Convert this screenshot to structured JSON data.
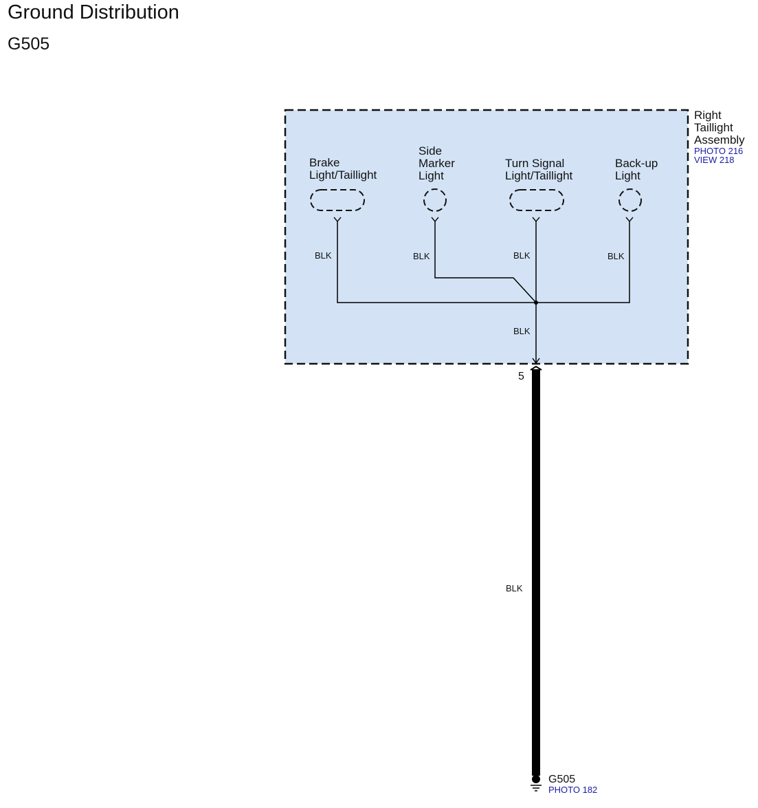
{
  "header": {
    "title": "Ground Distribution",
    "subtitle": "G505"
  },
  "assembly": {
    "name_lines": [
      "Right",
      "Taillight",
      "Assembly"
    ],
    "photo_ref": "PHOTO 216",
    "view_ref": "VIEW 218"
  },
  "lights": [
    {
      "label_lines": [
        "Brake",
        "Light/Taillight"
      ],
      "wire": "BLK"
    },
    {
      "label_lines": [
        "Side",
        "Marker",
        "Light"
      ],
      "wire": "BLK"
    },
    {
      "label_lines": [
        "Turn Signal",
        "Light/Taillight"
      ],
      "wire": "BLK"
    },
    {
      "label_lines": [
        "Back-up",
        "Light"
      ],
      "wire": "BLK"
    }
  ],
  "trunk_wire": "BLK",
  "connector_pin": "5",
  "harness_wire": "BLK",
  "ground": {
    "name": "G505",
    "photo_ref": "PHOTO 182"
  },
  "colors": {
    "assembly_fill": "#d3e3f5",
    "reference_link": "#1a1aa6",
    "wire": "#000000"
  }
}
